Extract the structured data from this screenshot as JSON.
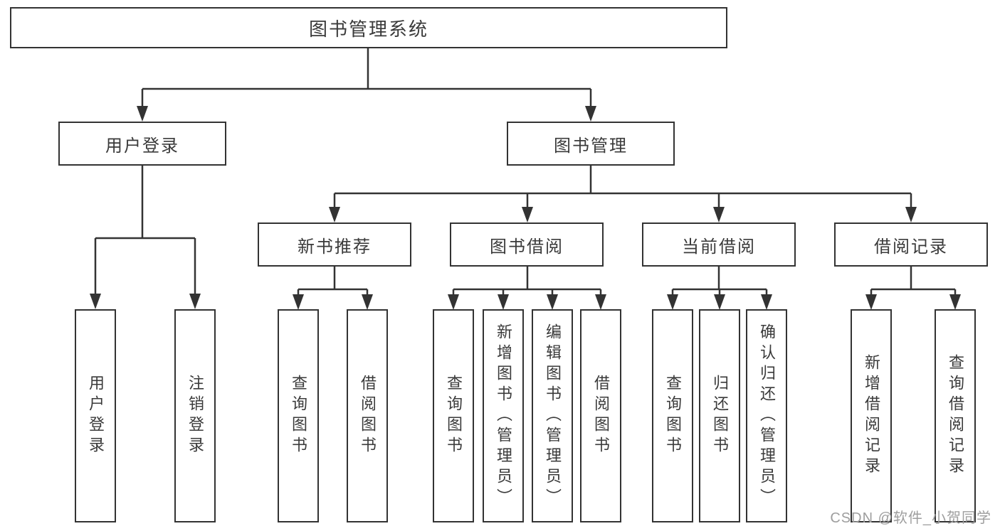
{
  "diagram": {
    "root": "图书管理系统",
    "level2": [
      "用户登录",
      "图书管理"
    ],
    "level3": [
      "新书推荐",
      "图书借阅",
      "当前借阅",
      "借阅记录"
    ],
    "leaves": [
      [
        "用户登录",
        "注销登录"
      ],
      [
        "查询图书",
        "借阅图书"
      ],
      [
        "查询图书",
        "新增图书（管理员）",
        "编辑图书（管理员）",
        "借阅图书"
      ],
      [
        "查询图书",
        "归还图书",
        "确认归还（管理员）"
      ],
      [
        "新增借阅记录",
        "查询借阅记录"
      ]
    ]
  },
  "watermark": "CSDN @软件_小贺同学",
  "colors": {
    "line": "#333333",
    "box_border": "#333333",
    "text": "#3a3a3a",
    "watermark": "#9e9e9e",
    "background": "#ffffff"
  }
}
